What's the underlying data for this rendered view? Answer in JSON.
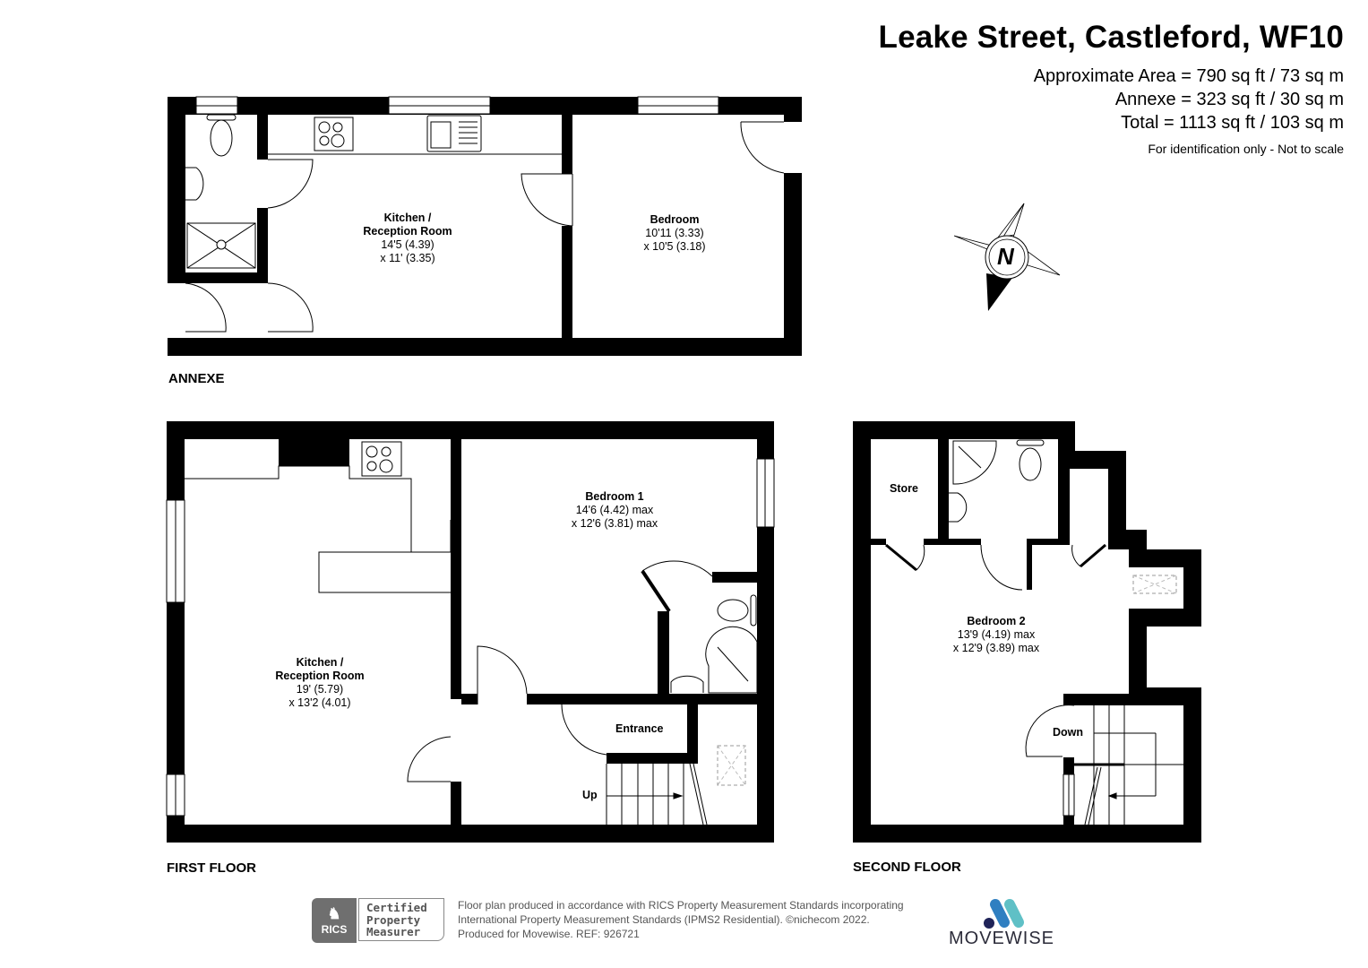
{
  "header": {
    "title": "Leake Street, Castleford, WF10",
    "areas": [
      "Approximate Area = 790 sq ft / 73 sq m",
      "Annexe = 323 sq ft / 30 sq m",
      "Total = 1113 sq ft / 103 sq m"
    ],
    "disclaimer": "For identification only - Not to scale"
  },
  "compass": {
    "label": "N"
  },
  "floors": {
    "annexe": {
      "label": "ANNEXE",
      "rooms": [
        {
          "name": "Kitchen /",
          "name2": "Reception Room",
          "dim1": "14'5 (4.39)",
          "dim2": "x 11' (3.35)"
        },
        {
          "name": "Bedroom",
          "dim1": "10'11 (3.33)",
          "dim2": "x 10'5 (3.18)"
        }
      ]
    },
    "first": {
      "label": "FIRST FLOOR",
      "rooms": [
        {
          "name": "Kitchen /",
          "name2": "Reception Room",
          "dim1": "19' (5.79)",
          "dim2": "x 13'2 (4.01)"
        },
        {
          "name": "Bedroom 1",
          "dim1": "14'6 (4.42) max",
          "dim2": "x 12'6 (3.81) max"
        },
        {
          "name": "Entrance"
        }
      ],
      "stairs_label": "Up"
    },
    "second": {
      "label": "SECOND FLOOR",
      "rooms": [
        {
          "name": "Store"
        },
        {
          "name": "Bedroom 2",
          "dim1": "13'9 (4.19) max",
          "dim2": "x 12'9 (3.89) max"
        }
      ],
      "stairs_label": "Down"
    }
  },
  "footer": {
    "rics": {
      "badge": "RICS",
      "line1": "Certified",
      "line2": "Property",
      "line3": "Measurer"
    },
    "text_lines": [
      "Floor plan produced in accordance with RICS Property Measurement Standards incorporating",
      "International Property Measurement Standards (IPMS2 Residential).   ©nichecom 2022.",
      "Produced for Movewise.   REF:  926721"
    ],
    "brand": "MOVEWISE",
    "brand_colors": {
      "dark": "#1f2358",
      "mid": "#2f7fc1",
      "light": "#5fc0c6"
    }
  }
}
